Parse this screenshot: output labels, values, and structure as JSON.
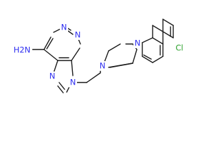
{
  "molecule": {
    "atom_labels": {
      "amine": "H2N",
      "n_pyrimidine_1": "N",
      "n_pyrimidine_3": "N",
      "n_imidazole_7": "N",
      "n_imidazole_9": "N",
      "n_piperazine_a": "N",
      "n_piperazine_b": "N",
      "chlorine": "Cl"
    },
    "colors": {
      "nitrogen": "#2e2ef0",
      "chlorine": "#2aa02a",
      "bond": "#1a1a1a"
    }
  }
}
